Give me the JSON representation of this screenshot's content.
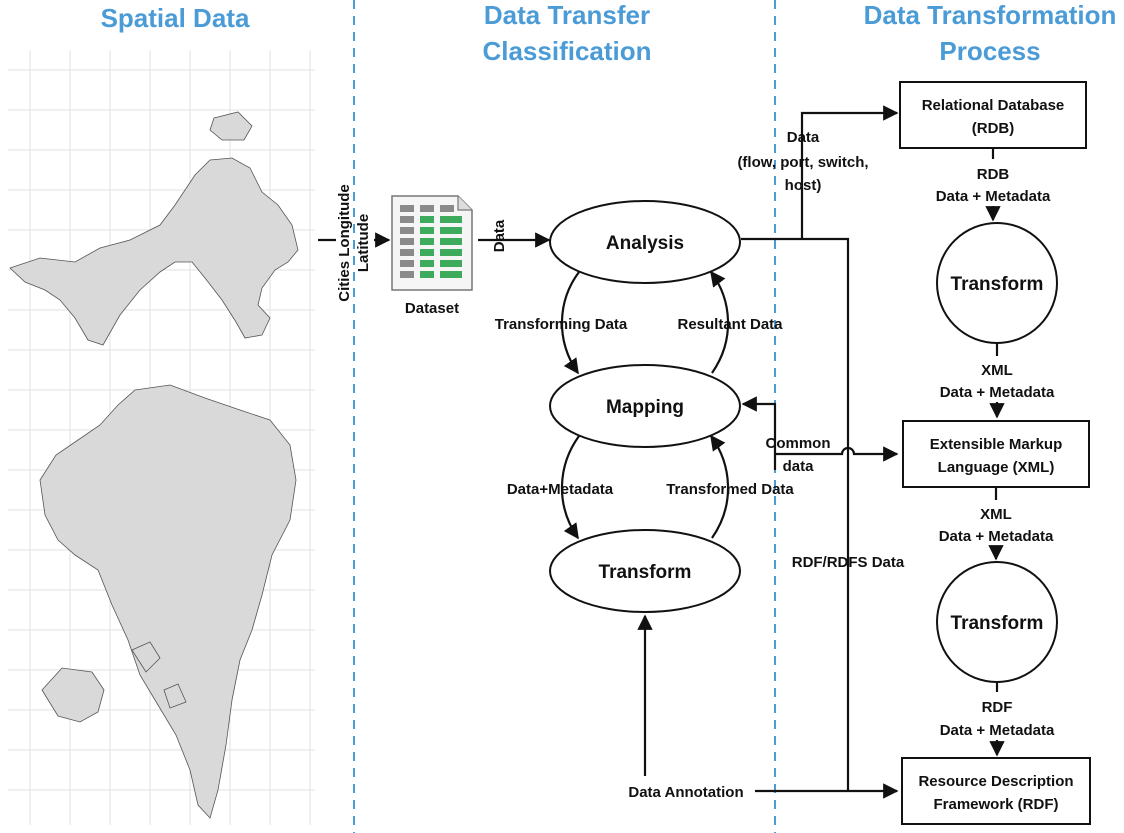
{
  "sections": {
    "spatial": "Spatial Data",
    "classification": [
      "Data Transfer",
      "Classification"
    ],
    "process": [
      "Data Transformation",
      "Process"
    ]
  },
  "map": {
    "label": [
      "Cities Longitude",
      "Latitude"
    ]
  },
  "dataset": {
    "label": "Dataset"
  },
  "nodes": {
    "analysis": "Analysis",
    "mapping": "Mapping",
    "transform": "Transform"
  },
  "edges": {
    "data_in": "Data",
    "transforming_data": "Transforming Data",
    "resultant_data": "Resultant Data",
    "data_metadata": "Data+Metadata",
    "transformed_data": "Transformed Data",
    "data_flow": [
      "Data",
      "(flow, port, switch,",
      "host)"
    ],
    "common_data": [
      "Common",
      "data"
    ],
    "rdf_rdfs": "RDF/RDFS Data",
    "annotation": "Data Annotation"
  },
  "process": {
    "rdb_box": [
      "Relational Database",
      "(RDB)"
    ],
    "rdb_out": [
      "RDB",
      "Data + Metadata"
    ],
    "transform1": "Transform",
    "xml_in": [
      "XML",
      "Data + Metadata"
    ],
    "xml_box": [
      "Extensible Markup",
      "Language (XML)"
    ],
    "xml_out": [
      "XML",
      "Data + Metadata"
    ],
    "transform2": "Transform",
    "rdf_in": [
      "RDF",
      "Data + Metadata"
    ],
    "rdf_box": [
      "Resource Description",
      "Framework (RDF)"
    ]
  },
  "colors": {
    "section_title": "#4a9bd6",
    "divider": "#4a9bd6",
    "land": "#d9d9d9",
    "sheet_green": "#3daa5c"
  }
}
